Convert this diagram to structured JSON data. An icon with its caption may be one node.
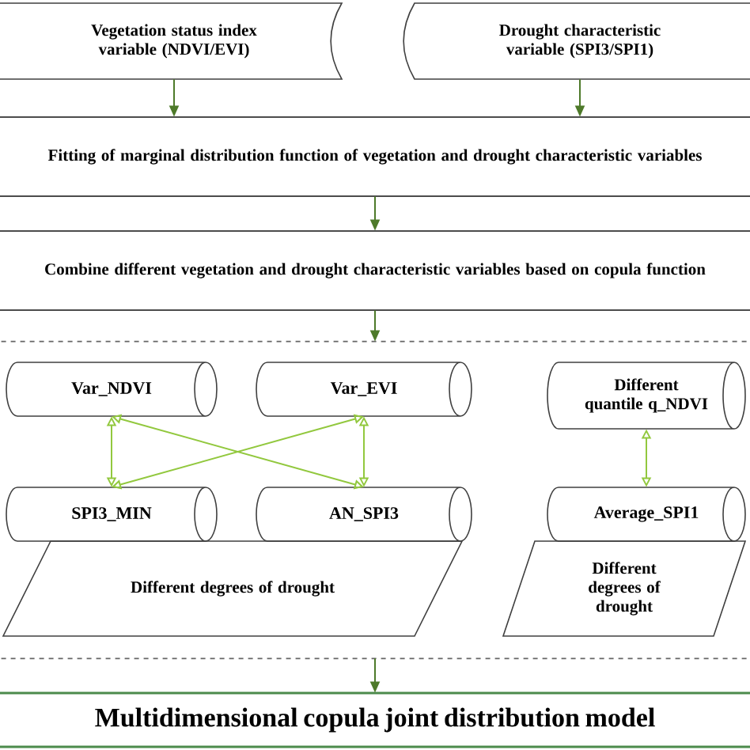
{
  "diagram": {
    "nodes": [
      {
        "text": [
          "Vegetation status index variable (NDVI/EVI)"
        ]
      },
      {
        "text": [
          "Drought characteristic variable (SPI3/SPI1)"
        ]
      },
      {
        "text": [
          "Fitting of marginal distribution function of vegetation and drought characteristic variables"
        ]
      },
      {
        "text": [
          "Combine different vegetation and drought characteristic variables based on copula function"
        ]
      },
      {
        "text": [],
        "shape": "box"
      },
      {
        "text": [
          "Var_NDVI"
        ],
        "in": 4
      },
      {
        "text": [
          "Var_EVI"
        ],
        "in": 4
      },
      {
        "text": [
          "Different quantile q_NDVI"
        ],
        "in": 4
      },
      {
        "text": [
          "SPI3_MIN"
        ],
        "in": 4
      },
      {
        "text": [
          "AN_SPI3"
        ],
        "in": 4
      },
      {
        "text": [
          "Average_SPI1"
        ],
        "in": 4
      },
      {
        "text": [
          "Different degrees of drought"
        ],
        "in": 4
      },
      {
        "text": [
          "Different degrees of drought"
        ],
        "in": 4
      },
      {
        "text": [
          "Multidimensional copula joint distribution model"
        ]
      }
    ],
    "edges": [
      {
        "from": 0,
        "to": 2,
        "arrow": "to",
        "color": "#4e7a2a"
      },
      {
        "from": 1,
        "to": 2,
        "arrow": "to",
        "color": "#4e7a2a"
      },
      {
        "from": 2,
        "to": 3,
        "arrow": "to",
        "color": "#4e7a2a"
      },
      {
        "from": 3,
        "to": 4,
        "arrow": "to",
        "color": "#4e7a2a"
      },
      {
        "from": 4,
        "to": 13,
        "arrow": "to",
        "color": "#4e7a2a"
      },
      {
        "from": 5,
        "to": 8,
        "arrow": "both",
        "color": "#92c83e"
      },
      {
        "from": 6,
        "to": 9,
        "arrow": "both",
        "color": "#92c83e"
      },
      {
        "from": 5,
        "to": 9,
        "arrow": "both",
        "color": "#92c83e"
      },
      {
        "from": 6,
        "to": 8,
        "arrow": "both",
        "color": "#92c83e"
      },
      {
        "from": 7,
        "to": 10,
        "arrow": "both",
        "color": "#92c83e"
      }
    ]
  }
}
